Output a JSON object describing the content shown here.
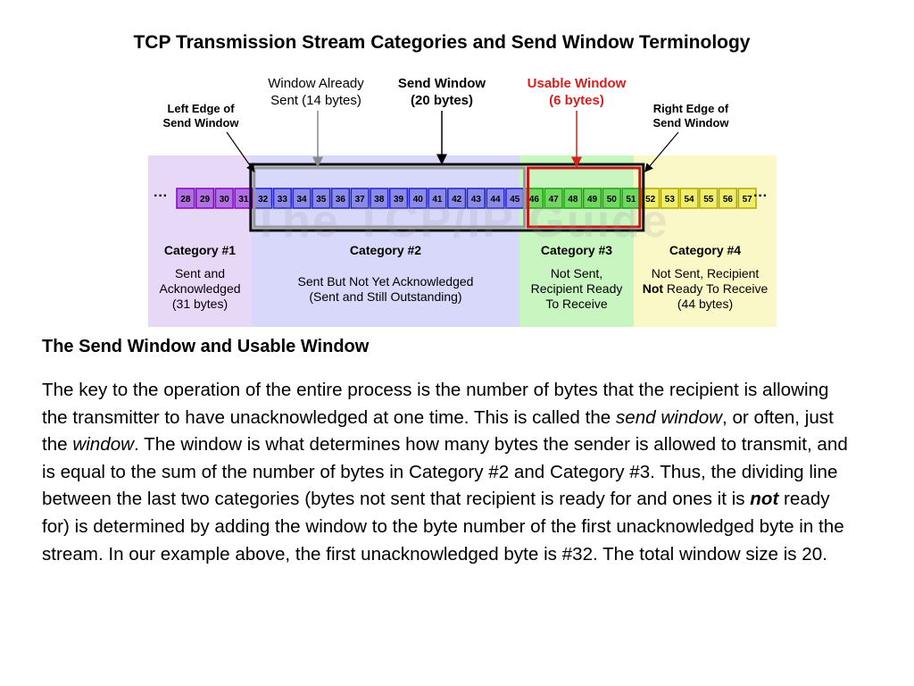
{
  "title": "TCP Transmission Stream Categories and Send Window Terminology",
  "diagram": {
    "top_labels": {
      "left_edge": [
        "Left Edge of",
        "Send Window"
      ],
      "already_sent": [
        "Window Already",
        "Sent (14 bytes)"
      ],
      "send_window": [
        "Send Window",
        "(20 bytes)"
      ],
      "usable_window": [
        "Usable Window",
        "(6 bytes)"
      ],
      "right_edge": [
        "Right Edge of",
        "Send Window"
      ]
    },
    "ellipsis": "···",
    "watermark": "The TCP/IP Guide",
    "categories": [
      {
        "title": "Category #1",
        "desc": [
          "Sent and",
          "Acknowledged",
          "(31 bytes)"
        ],
        "bytes": [
          28,
          29,
          30,
          31
        ],
        "fill": "#e8d8f8",
        "box": "#b070e0",
        "border": "#8800cc"
      },
      {
        "title": "Category #2",
        "desc": [
          "Sent But Not Yet Acknowledged",
          "(Sent and Still Outstanding)"
        ],
        "bytes": [
          32,
          33,
          34,
          35,
          36,
          37,
          38,
          39,
          40,
          41,
          42,
          43,
          44,
          45
        ],
        "fill": "#d8d8fa",
        "box": "#8a8ae8",
        "border": "#2020cc"
      },
      {
        "title": "Category #3",
        "desc": [
          "Not Sent,",
          "Recipient Ready",
          "To Receive"
        ],
        "bytes": [
          46,
          47,
          48,
          49,
          50,
          51
        ],
        "fill": "#c8f5c0",
        "box": "#70d860",
        "border": "#20a010"
      },
      {
        "title": "Category #4",
        "desc_line1": "Not Sent, Recipient",
        "desc_not": "Not",
        "desc_line2_rest": " Ready To Receive",
        "desc_line3": "(44 bytes)",
        "bytes": [
          52,
          53,
          54,
          55,
          56,
          57
        ],
        "fill": "#fbf8c8",
        "box": "#f0ee70",
        "border": "#b0a800"
      }
    ]
  },
  "section_heading": "The Send Window and Usable Window",
  "body": {
    "p1": "The key to the operation of the entire process is the number of bytes that the recipient is allowing the transmitter to have unacknowledged at one time. This is called the ",
    "em1": "send window",
    "p2": ", or often, just the ",
    "em2": "window",
    "p3": ". The window is what determines how many bytes the sender is allowed to transmit, and is equal to the sum of the number of bytes in Category #2 and Category #3. Thus, the dividing line between the last two categories (bytes not sent that recipient is ready for and ones it is ",
    "em3": "not",
    "p4": " ready for) is determined by adding the window to the byte number of the first unacknowledged byte in the stream. In our example above, the first unacknowledged byte is #32. The total window size is 20."
  }
}
